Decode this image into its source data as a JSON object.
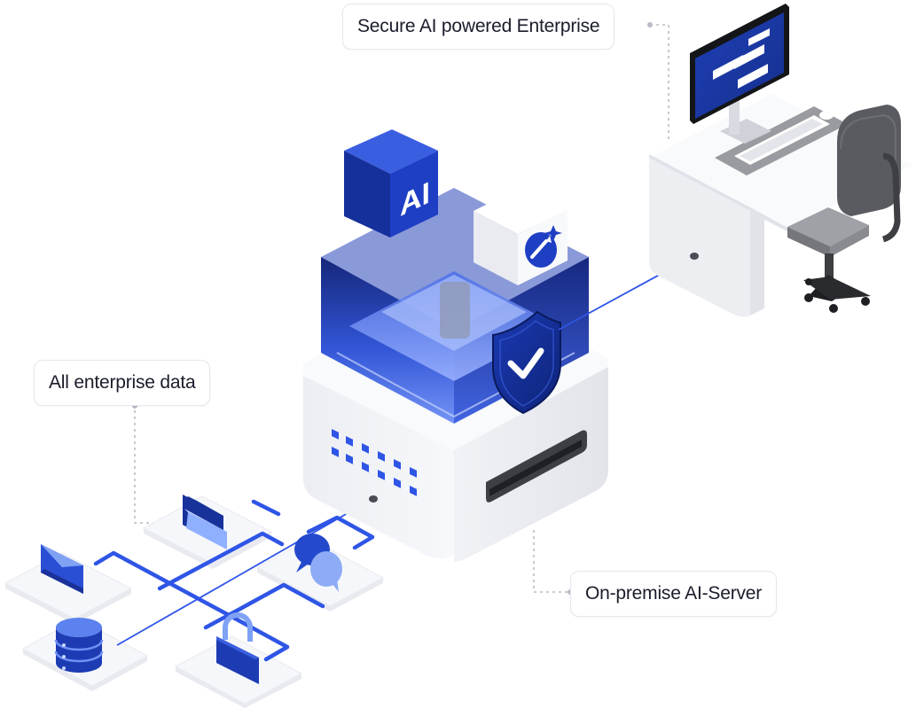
{
  "labels": {
    "secure_enterprise": "Secure AI powered Enterprise",
    "enterprise_data": "All enterprise data",
    "onpremise_server": "On-premise AI-Server",
    "ai_cube_text": "AI"
  },
  "colors": {
    "accent_blue": "#1e3fb0",
    "bright_blue": "#2f55e6",
    "light_blue": "#7fa2f5",
    "server_white": "#f3f4f7",
    "dark_gray": "#5a5a5e"
  },
  "icons": [
    "ai-cube-icon",
    "sparkle-rocket-icon",
    "shield-check-icon",
    "folder-icon",
    "mail-icon",
    "database-icon",
    "lock-icon",
    "chat-bubble-icon",
    "monitor-icon",
    "keyboard-icon",
    "office-chair-icon"
  ]
}
